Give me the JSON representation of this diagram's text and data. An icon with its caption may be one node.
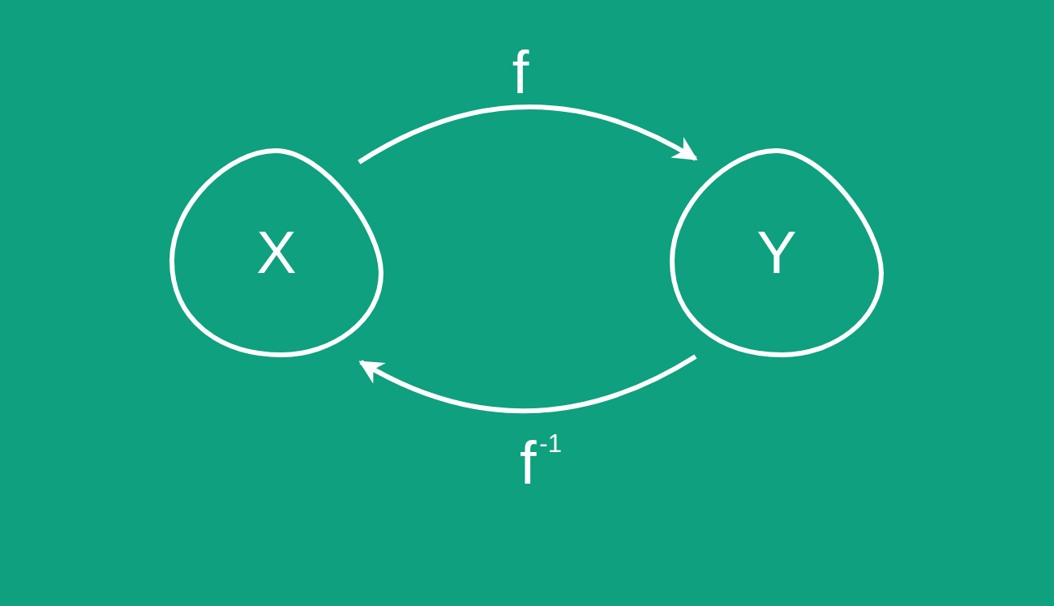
{
  "diagram": {
    "nodes": [
      {
        "text": [
          "X"
        ]
      },
      {
        "text": [
          "Y"
        ]
      }
    ],
    "edges": [
      {
        "from": 0,
        "to": 1,
        "arrow": "to",
        "label": "f"
      },
      {
        "from": 1,
        "to": 0,
        "arrow": "to",
        "label": "f$^{-1}$"
      }
    ]
  }
}
